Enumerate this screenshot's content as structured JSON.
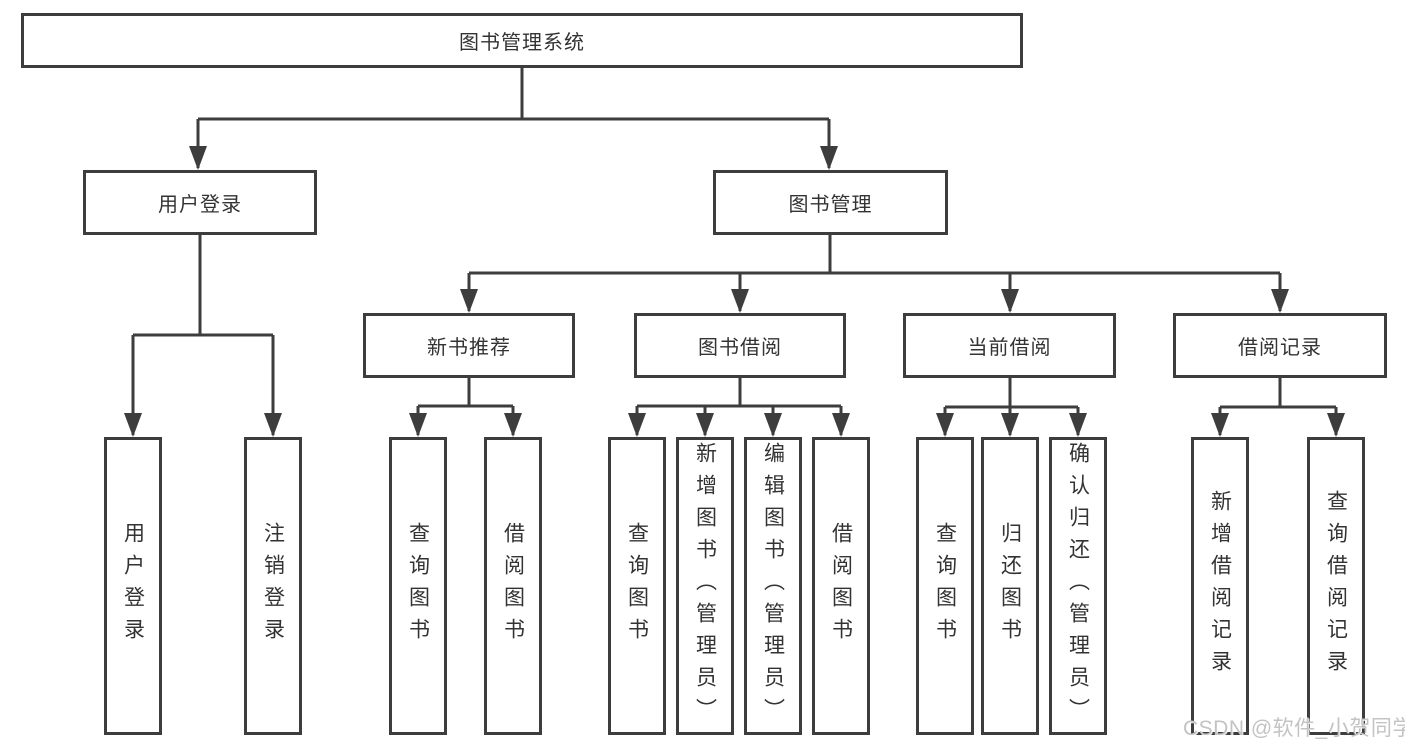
{
  "colors": {
    "line": "#3d3d3d",
    "text": "#333333",
    "background": "#ffffff",
    "watermark": "#c3c3c3"
  },
  "watermark": {
    "text": "CSDN @软件_小贺同学"
  },
  "tree": {
    "root": {
      "label": "图书管理系统"
    },
    "branches": [
      {
        "label": "用户登录",
        "children": [
          {
            "label": "用户登录"
          },
          {
            "label": "注销登录"
          }
        ]
      },
      {
        "label": "图书管理",
        "children": [
          {
            "label": "新书推荐",
            "children": [
              {
                "label": "查询图书"
              },
              {
                "label": "借阅图书"
              }
            ]
          },
          {
            "label": "图书借阅",
            "children": [
              {
                "label": "查询图书"
              },
              {
                "label": "新增图书（管理员）"
              },
              {
                "label": "编辑图书（管理员）"
              },
              {
                "label": "借阅图书"
              }
            ]
          },
          {
            "label": "当前借阅",
            "children": [
              {
                "label": "查询图书"
              },
              {
                "label": "归还图书"
              },
              {
                "label": "确认归还（管理员）"
              }
            ]
          },
          {
            "label": "借阅记录",
            "children": [
              {
                "label": "新增借阅记录"
              },
              {
                "label": "查询借阅记录"
              }
            ]
          }
        ]
      }
    ]
  }
}
